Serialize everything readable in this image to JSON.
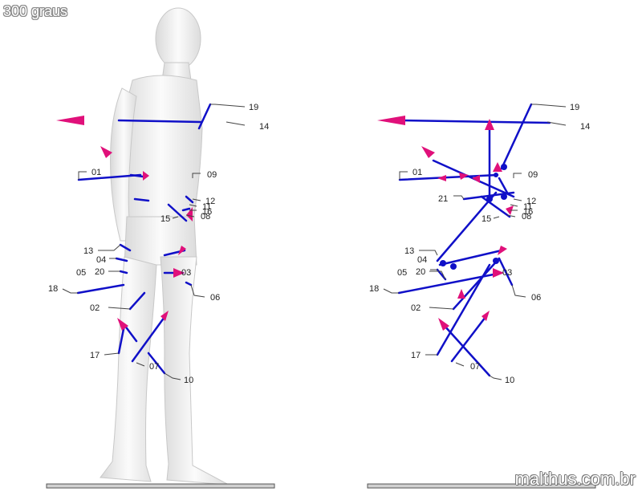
{
  "header": {
    "angle_label": "300 graus"
  },
  "footer": {
    "site_label": "malthus.com.br"
  },
  "colors": {
    "vector": "#1010c8",
    "arrowhead": "#e0107a",
    "body": "#f0f0f0",
    "body_outline": "#cfcfcf",
    "leader": "#444444"
  },
  "point_labels": [
    "01",
    "02",
    "03",
    "04",
    "05",
    "06",
    "07",
    "08",
    "09",
    "10",
    "11",
    "12",
    "13",
    "14",
    "15",
    "16",
    "17",
    "18",
    "19",
    "20",
    "21"
  ],
  "left_view": {
    "labels": {
      "l19": "19",
      "l14": "14",
      "l01": "01",
      "l09": "09",
      "l12": "12",
      "l11": "11",
      "l16": "16",
      "l08": "08",
      "l15": "15",
      "l13": "13",
      "l04": "04",
      "l05": "05",
      "l20": "20",
      "l03": "03",
      "l18": "18",
      "l06": "06",
      "l02": "02",
      "l17": "17",
      "l07": "07",
      "l10": "10"
    }
  },
  "right_view": {
    "labels": {
      "r19": "19",
      "r14": "14",
      "r01": "01",
      "r09": "09",
      "r21": "21",
      "r12": "12",
      "r11": "11",
      "r16": "16",
      "r08": "08",
      "r15": "15",
      "r13": "13",
      "r04": "04",
      "r05": "05",
      "r20": "20",
      "r03": "03",
      "r18": "18",
      "r06": "06",
      "r02": "02",
      "r17": "17",
      "r07": "07",
      "r10": "10"
    }
  }
}
